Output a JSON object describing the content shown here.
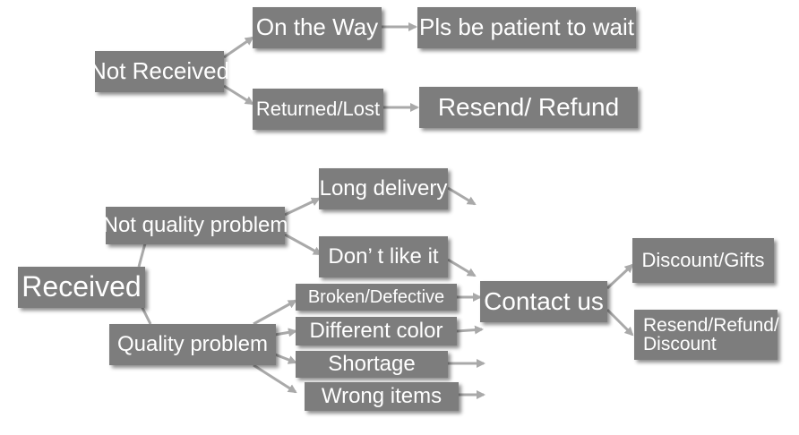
{
  "nodes": {
    "not_received": "Not Received",
    "on_the_way": "On the Way",
    "pls_wait": "Pls be patient to wait",
    "returned_lost": "Returned/Lost",
    "resend_refund": "Resend/ Refund",
    "received": "Received",
    "not_quality_problem": "Not quality problem",
    "long_delivery": "Long delivery",
    "dont_like": "Don’  t like it",
    "quality_problem": "Quality problem",
    "broken_defective": "Broken/Defective",
    "different_color": "Different color",
    "shortage": "Shortage",
    "wrong_items": "Wrong items",
    "contact_us": "Contact us",
    "discount_gifts": "Discount/Gifts",
    "resend_refund_discount": "Resend/Refund/ Discount"
  },
  "colors": {
    "box": "#7d7d7d",
    "arrow": "#a9a9a9",
    "text": "#ffffff"
  }
}
